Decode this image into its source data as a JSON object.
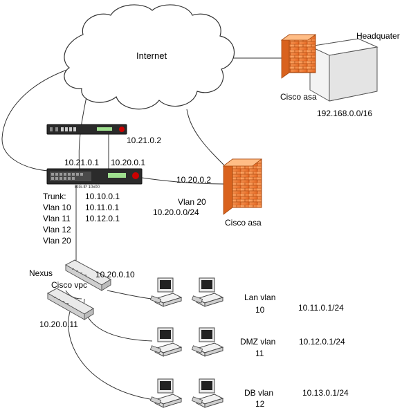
{
  "internet": {
    "label": "Internet"
  },
  "headquarter": {
    "label": "Headquater",
    "subnet": "192.168.0.0/16"
  },
  "firewall_hq": {
    "label": "Cisco asa"
  },
  "firewall_dmz": {
    "label": "Cisco asa",
    "ip": "10.20.0.2",
    "vlan": "Vlan 20",
    "subnet": "10.20.0.0/24"
  },
  "router_top": {
    "ip": "10.21.0.2"
  },
  "bigip": {
    "model": "BIG-IP 10x00",
    "ip_left": "10.21.0.1",
    "ip_right": "10.20.0.1",
    "trunk": [
      {
        "name": "Trunk:",
        "ip": "10.10.0.1"
      },
      {
        "name": "Vlan 10",
        "ip": "10.11.0.1"
      },
      {
        "name": "Vlan 11",
        "ip": "10.12.0.1"
      },
      {
        "name": "Vlan 12",
        "ip": ""
      },
      {
        "name": "Vlan 20",
        "ip": ""
      }
    ]
  },
  "nexus": {
    "label": "Nexus",
    "ip1": "10.20.0.10",
    "vpc_label": "Cisco vpc",
    "ip2": "10.20.0.11"
  },
  "vlans": [
    {
      "line1": "Lan vlan",
      "line2": "10",
      "subnet": "10.11.0.1/24"
    },
    {
      "line1": "DMZ vlan",
      "line2": "11",
      "subnet": "10.12.0.1/24"
    },
    {
      "line1": "DB vlan",
      "line2": "12",
      "subnet": "10.13.0.1/24"
    }
  ],
  "colors": {
    "firewall": "#f07a2e",
    "firewall_dark": "#c85a17",
    "line": "#333333"
  }
}
